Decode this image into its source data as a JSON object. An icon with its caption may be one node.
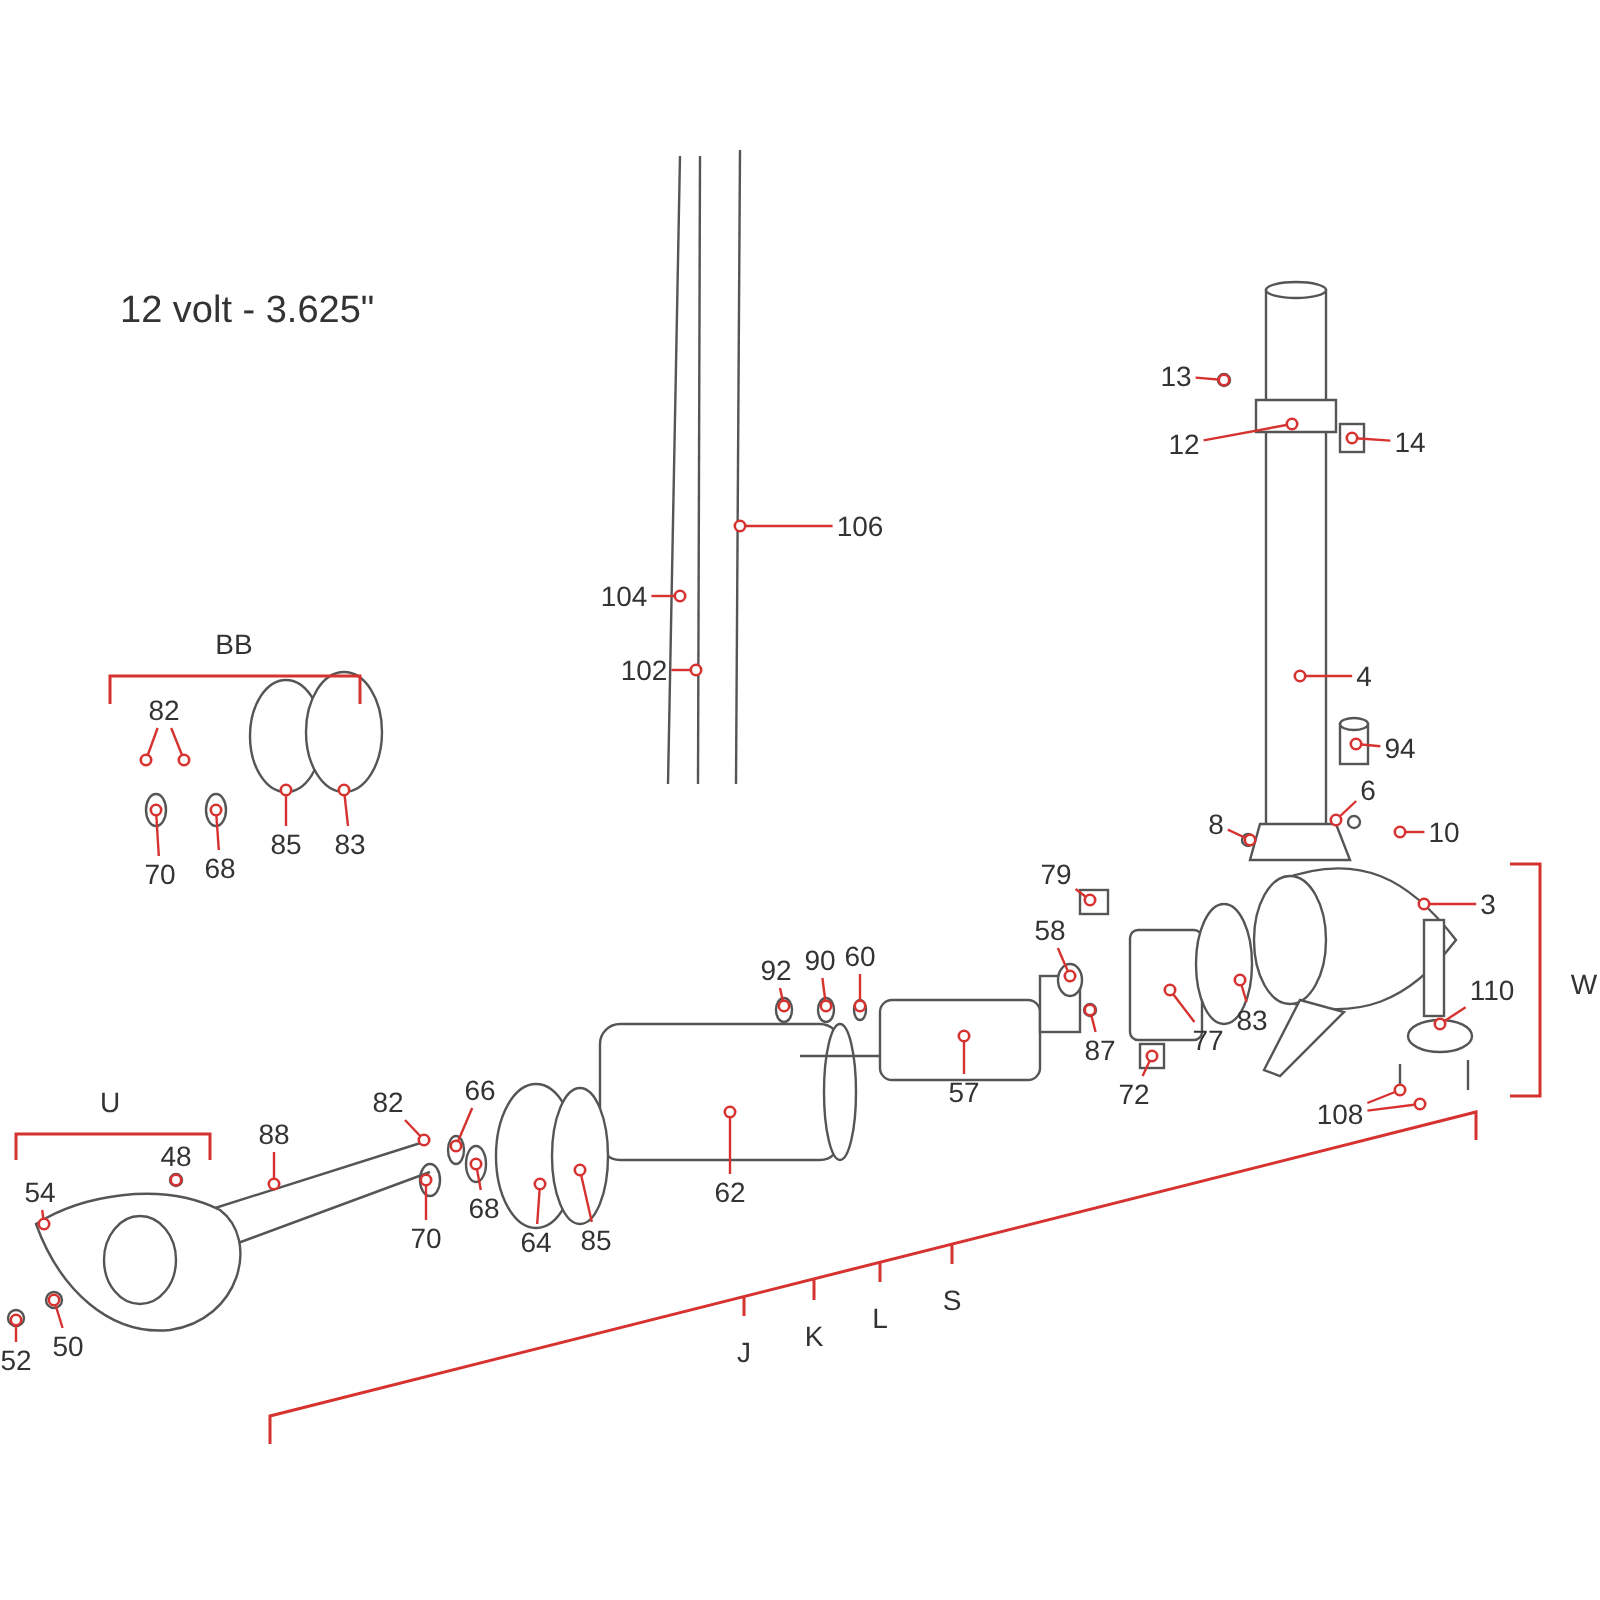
{
  "diagram": {
    "title": "12 volt - 3.625\"",
    "nodes": [
      {
        "text": [
          "13"
        ]
      },
      {
        "text": [
          "12"
        ]
      },
      {
        "text": [
          "14"
        ]
      },
      {
        "text": [
          "106"
        ]
      },
      {
        "text": [
          "104"
        ]
      },
      {
        "text": [
          "4"
        ]
      },
      {
        "text": [
          "102"
        ]
      },
      {
        "text": [
          "82"
        ]
      },
      {
        "text": [
          "85"
        ]
      },
      {
        "text": [
          "83"
        ]
      },
      {
        "text": [
          "70"
        ]
      },
      {
        "text": [
          "68"
        ]
      },
      {
        "text": [
          "94"
        ]
      },
      {
        "text": [
          "6"
        ]
      },
      {
        "text": [
          "8"
        ]
      },
      {
        "text": [
          "10"
        ]
      },
      {
        "text": [
          "79"
        ]
      },
      {
        "text": [
          "3"
        ]
      },
      {
        "text": [
          "92"
        ]
      },
      {
        "text": [
          "90"
        ]
      },
      {
        "text": [
          "60"
        ]
      },
      {
        "text": [
          "58"
        ]
      },
      {
        "text": [
          "110"
        ]
      },
      {
        "text": [
          "57"
        ]
      },
      {
        "text": [
          "87"
        ]
      },
      {
        "text": [
          "77"
        ]
      },
      {
        "text": [
          "83"
        ]
      },
      {
        "text": [
          "72"
        ]
      },
      {
        "text": [
          "82"
        ]
      },
      {
        "text": [
          "66"
        ]
      },
      {
        "text": [
          "62"
        ]
      },
      {
        "text": [
          "108"
        ]
      },
      {
        "text": [
          "88"
        ]
      },
      {
        "text": [
          "48"
        ]
      },
      {
        "text": [
          "54"
        ]
      },
      {
        "text": [
          "64"
        ]
      },
      {
        "text": [
          "85"
        ]
      },
      {
        "text": [
          "68"
        ]
      },
      {
        "text": [
          "70"
        ]
      },
      {
        "text": [
          "50"
        ]
      },
      {
        "text": [
          "52"
        ]
      }
    ],
    "edges": [
      {
        "from": 0,
        "to": null,
        "arrow": "other"
      },
      {
        "from": 1,
        "to": null,
        "arrow": "other"
      },
      {
        "from": 2,
        "to": null,
        "arrow": "other"
      },
      {
        "from": 3,
        "to": null,
        "arrow": "other"
      },
      {
        "from": 4,
        "to": null,
        "arrow": "other"
      },
      {
        "from": 5,
        "to": null,
        "arrow": "other"
      },
      {
        "from": 6,
        "to": null,
        "arrow": "other"
      },
      {
        "from": 7,
        "to": null,
        "arrow": "other"
      },
      {
        "from": 7,
        "to": null,
        "arrow": "other"
      },
      {
        "from": 8,
        "to": null,
        "arrow": "other"
      },
      {
        "from": 9,
        "to": null,
        "arrow": "other"
      },
      {
        "from": 10,
        "to": null,
        "arrow": "other"
      },
      {
        "from": 11,
        "to": null,
        "arrow": "other"
      },
      {
        "from": 12,
        "to": null,
        "arrow": "other"
      },
      {
        "from": 13,
        "to": null,
        "arrow": "other"
      },
      {
        "from": 14,
        "to": null,
        "arrow": "other"
      },
      {
        "from": 15,
        "to": null,
        "arrow": "other"
      },
      {
        "from": 16,
        "to": null,
        "arrow": "other"
      },
      {
        "from": 17,
        "to": null,
        "arrow": "other"
      },
      {
        "from": 18,
        "to": null,
        "arrow": "other"
      },
      {
        "from": 19,
        "to": null,
        "arrow": "other"
      },
      {
        "from": 20,
        "to": null,
        "arrow": "other"
      },
      {
        "from": 21,
        "to": null,
        "arrow": "other"
      },
      {
        "from": 22,
        "to": null,
        "arrow": "other"
      },
      {
        "from": 23,
        "to": null,
        "arrow": "other"
      },
      {
        "from": 24,
        "to": null,
        "arrow": "other"
      },
      {
        "from": 25,
        "to": null,
        "arrow": "other"
      },
      {
        "from": 26,
        "to": null,
        "arrow": "other"
      },
      {
        "from": 27,
        "to": null,
        "arrow": "other"
      },
      {
        "from": 28,
        "to": null,
        "arrow": "other"
      },
      {
        "from": 29,
        "to": null,
        "arrow": "other"
      },
      {
        "from": 30,
        "to": null,
        "arrow": "other"
      },
      {
        "from": 31,
        "to": null,
        "arrow": "other"
      },
      {
        "from": 31,
        "to": null,
        "arrow": "other"
      },
      {
        "from": 32,
        "to": null,
        "arrow": "other"
      },
      {
        "from": 33,
        "to": null,
        "arrow": "other"
      },
      {
        "from": 34,
        "to": null,
        "arrow": "other"
      },
      {
        "from": 35,
        "to": null,
        "arrow": "other"
      },
      {
        "from": 36,
        "to": null,
        "arrow": "other"
      },
      {
        "from": 37,
        "to": null,
        "arrow": "other"
      },
      {
        "from": 38,
        "to": null,
        "arrow": "other"
      },
      {
        "from": 39,
        "to": null,
        "arrow": "other"
      },
      {
        "from": 40,
        "to": null,
        "arrow": "other"
      }
    ],
    "labels": [
      "BB",
      "W",
      "U",
      "J",
      "K",
      "L",
      "S"
    ]
  }
}
